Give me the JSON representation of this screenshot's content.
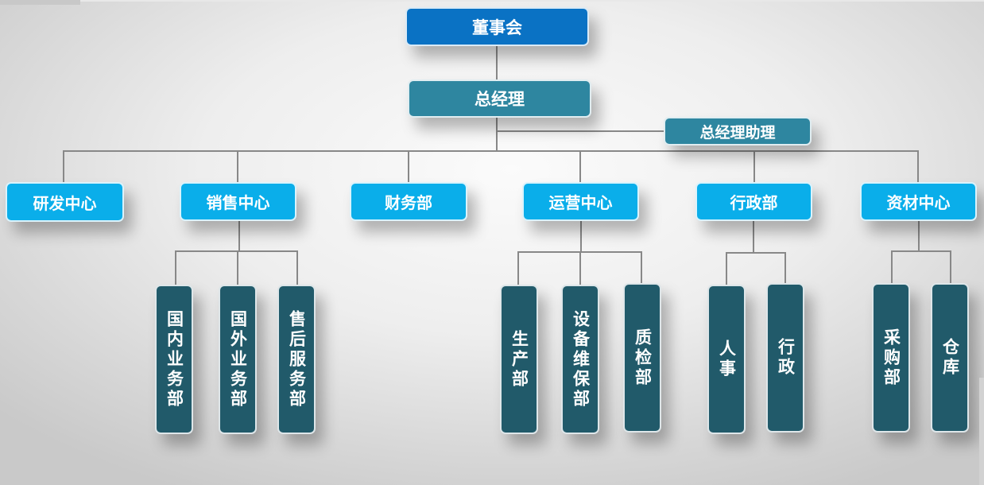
{
  "title": "组织架构图",
  "colors": {
    "board": "#0a72c4",
    "general_manager": "#2e86a0",
    "department": "#0aaeea",
    "sub_department": "#215a6a",
    "connector": "#888888"
  },
  "board": {
    "label": "董事会"
  },
  "general_manager": {
    "label": "总经理"
  },
  "assistant": {
    "label": "总经理助理"
  },
  "departments": [
    {
      "label": "研发中心",
      "children": []
    },
    {
      "label": "销售中心",
      "children": [
        {
          "label": "国内业务部"
        },
        {
          "label": "国外业务部"
        },
        {
          "label": "售后服务部"
        }
      ]
    },
    {
      "label": "财务部",
      "children": []
    },
    {
      "label": "运营中心",
      "children": [
        {
          "label": "生产部"
        },
        {
          "label": "设备维保部"
        },
        {
          "label": "质检部"
        }
      ]
    },
    {
      "label": "行政部",
      "children": [
        {
          "label": "人事"
        },
        {
          "label": "行政"
        }
      ]
    },
    {
      "label": "资材中心",
      "children": [
        {
          "label": "采购部"
        },
        {
          "label": "仓库"
        }
      ]
    }
  ]
}
